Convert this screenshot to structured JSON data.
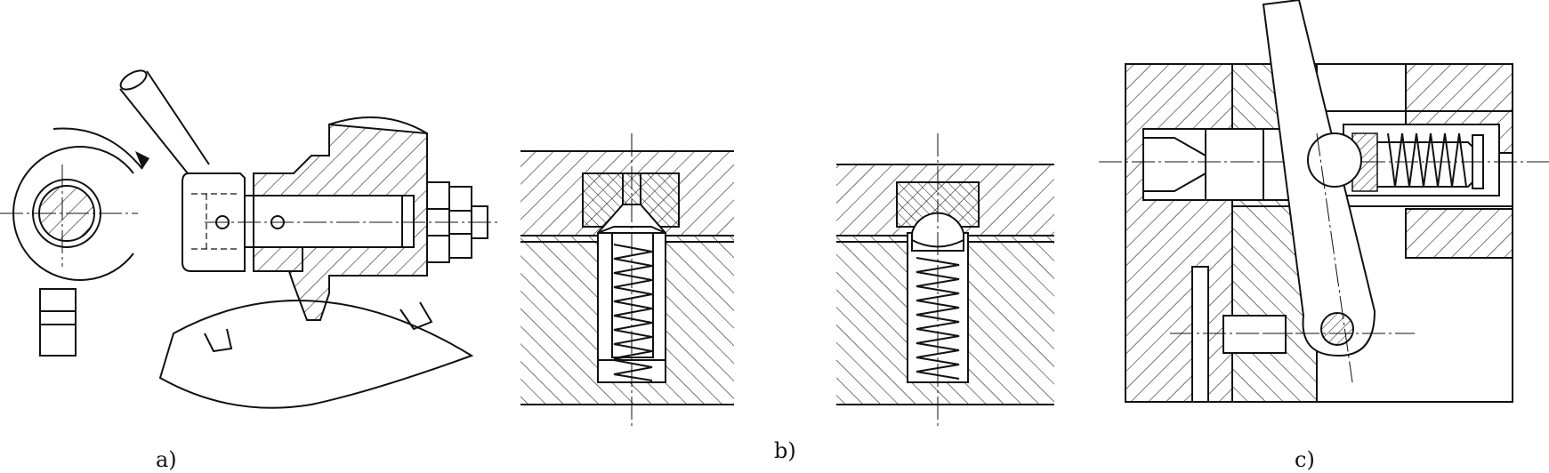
{
  "figure": {
    "labels": {
      "a": "a)",
      "b": "b)",
      "c": "c)"
    }
  }
}
